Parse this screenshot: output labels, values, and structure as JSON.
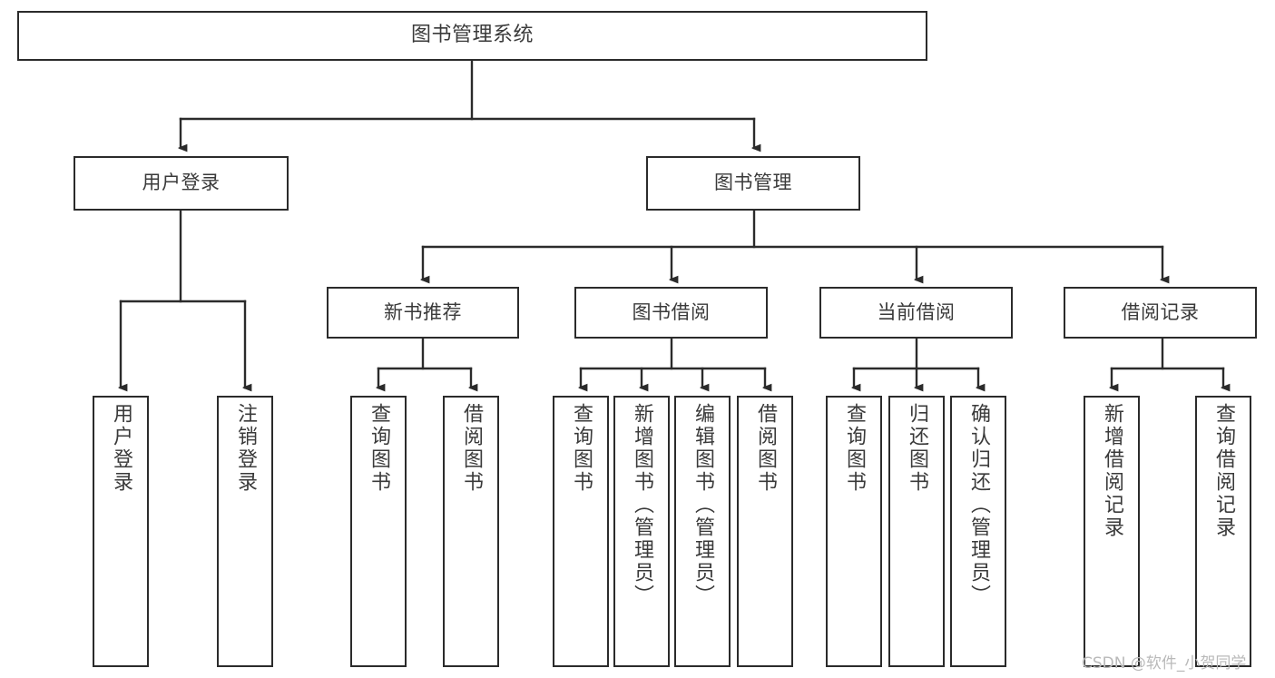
{
  "diagram": {
    "title": "图书管理系统",
    "type": "functional-structure-tree",
    "colors": {
      "background": "#ffffff",
      "box_border": "#2b2b2b",
      "box_fill": "#ffffff",
      "text": "#3a3a3a",
      "edge": "#2b2b2b",
      "watermark": "#b9b9b9"
    },
    "levels": {
      "root": {
        "label": "图书管理系统"
      },
      "level2": [
        {
          "label": "用户登录"
        },
        {
          "label": "图书管理"
        }
      ],
      "level3": [
        {
          "label": "新书推荐"
        },
        {
          "label": "图书借阅"
        },
        {
          "label": "当前借阅"
        },
        {
          "label": "借阅记录"
        }
      ],
      "leaves": {
        "user_login": [
          {
            "label": "用户登录"
          },
          {
            "label": "注销登录"
          }
        ],
        "new_book_recommend": [
          {
            "label": "查询图书"
          },
          {
            "label": "借阅图书"
          }
        ],
        "book_borrow": [
          {
            "label": "查询图书"
          },
          {
            "label": "新增图书（管理员）"
          },
          {
            "label": "编辑图书（管理员）"
          },
          {
            "label": "借阅图书"
          }
        ],
        "current_borrow": [
          {
            "label": "查询图书"
          },
          {
            "label": "归还图书"
          },
          {
            "label": "确认归还（管理员）"
          }
        ],
        "borrow_record": [
          {
            "label": "新增借阅记录"
          },
          {
            "label": "查询借阅记录"
          }
        ]
      }
    }
  },
  "watermark": {
    "text": "CSDN @软件_小贺同学"
  }
}
